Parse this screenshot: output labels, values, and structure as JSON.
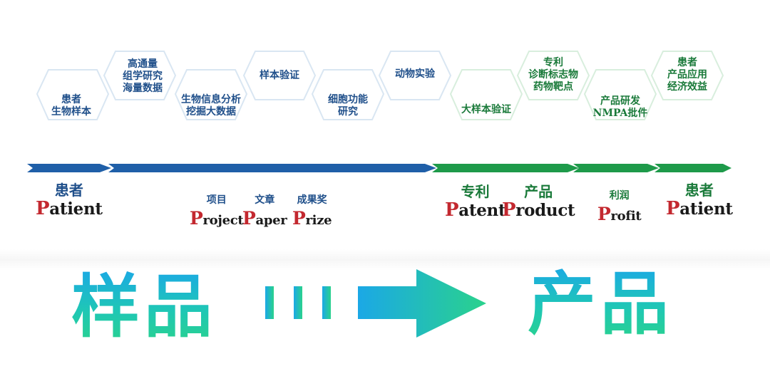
{
  "stages": [
    {
      "lines": [
        "患者",
        "生物样本"
      ],
      "tone": "blue"
    },
    {
      "lines": [
        "高通量",
        "组学研究",
        "海量数据"
      ],
      "tone": "blue"
    },
    {
      "lines": [
        "生物信息分析",
        "挖掘大数据"
      ],
      "tone": "blue"
    },
    {
      "lines": [
        "样本验证"
      ],
      "tone": "blue"
    },
    {
      "lines": [
        "细胞功能",
        "研究"
      ],
      "tone": "blue"
    },
    {
      "lines": [
        "动物实验"
      ],
      "tone": "blue"
    },
    {
      "lines": [
        "大样本验证"
      ],
      "tone": "green"
    },
    {
      "lines": [
        "专利",
        "诊断标志物",
        "药物靶点"
      ],
      "tone": "green"
    },
    {
      "lines": [
        "产品研发",
        "NMPA批件"
      ],
      "tone": "green"
    },
    {
      "lines": [
        "患者",
        "产品应用",
        "经济效益"
      ],
      "tone": "green"
    }
  ],
  "milestones": {
    "patient_start": {
      "cn": "患者",
      "p": "P",
      "rest": "atient"
    },
    "project": {
      "cn": "项目",
      "p": "P",
      "rest": "roject"
    },
    "paper": {
      "cn": "文章",
      "p": "P",
      "rest": "aper"
    },
    "prize": {
      "cn": "成果奖",
      "p": "P",
      "rest": "rize"
    },
    "patent": {
      "cn": "专利",
      "p": "P",
      "rest": "atent"
    },
    "product": {
      "cn": "产品",
      "p": "P",
      "rest": "roduct"
    },
    "profit": {
      "cn": "利润",
      "p": "P",
      "rest": "rofit"
    },
    "patient_end": {
      "cn": "患者",
      "p": "P",
      "rest": "atient"
    }
  },
  "bottom": {
    "left": "样品",
    "right": "产品"
  },
  "colors": {
    "blue": "#1f5fa8",
    "green": "#1e9a4a",
    "accent_red": "#c3282f",
    "grad_start": "#1ba8e6",
    "grad_end": "#2ad28c"
  }
}
